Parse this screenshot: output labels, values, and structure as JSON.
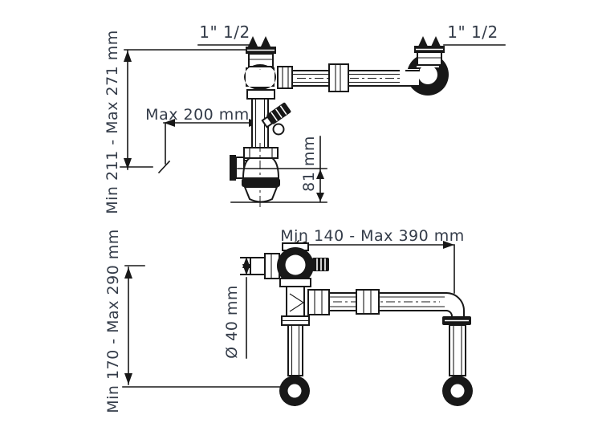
{
  "diagram": {
    "colors": {
      "line": "#181818",
      "text": "#343c49",
      "background": "#ffffff"
    },
    "top_view": {
      "thread_left": "1\" 1/2",
      "thread_right": "1\" 1/2",
      "height_dim": "Min 211 - Max 271 mm",
      "depth_dim": "Max 200 mm",
      "outlet_height_dim": "81 mm"
    },
    "bottom_view": {
      "width_dim": "Min 140 - Max 390 mm",
      "height_dim": "Min 170 - Max 290 mm",
      "pipe_diameter_dim": "Ø 40 mm"
    }
  }
}
